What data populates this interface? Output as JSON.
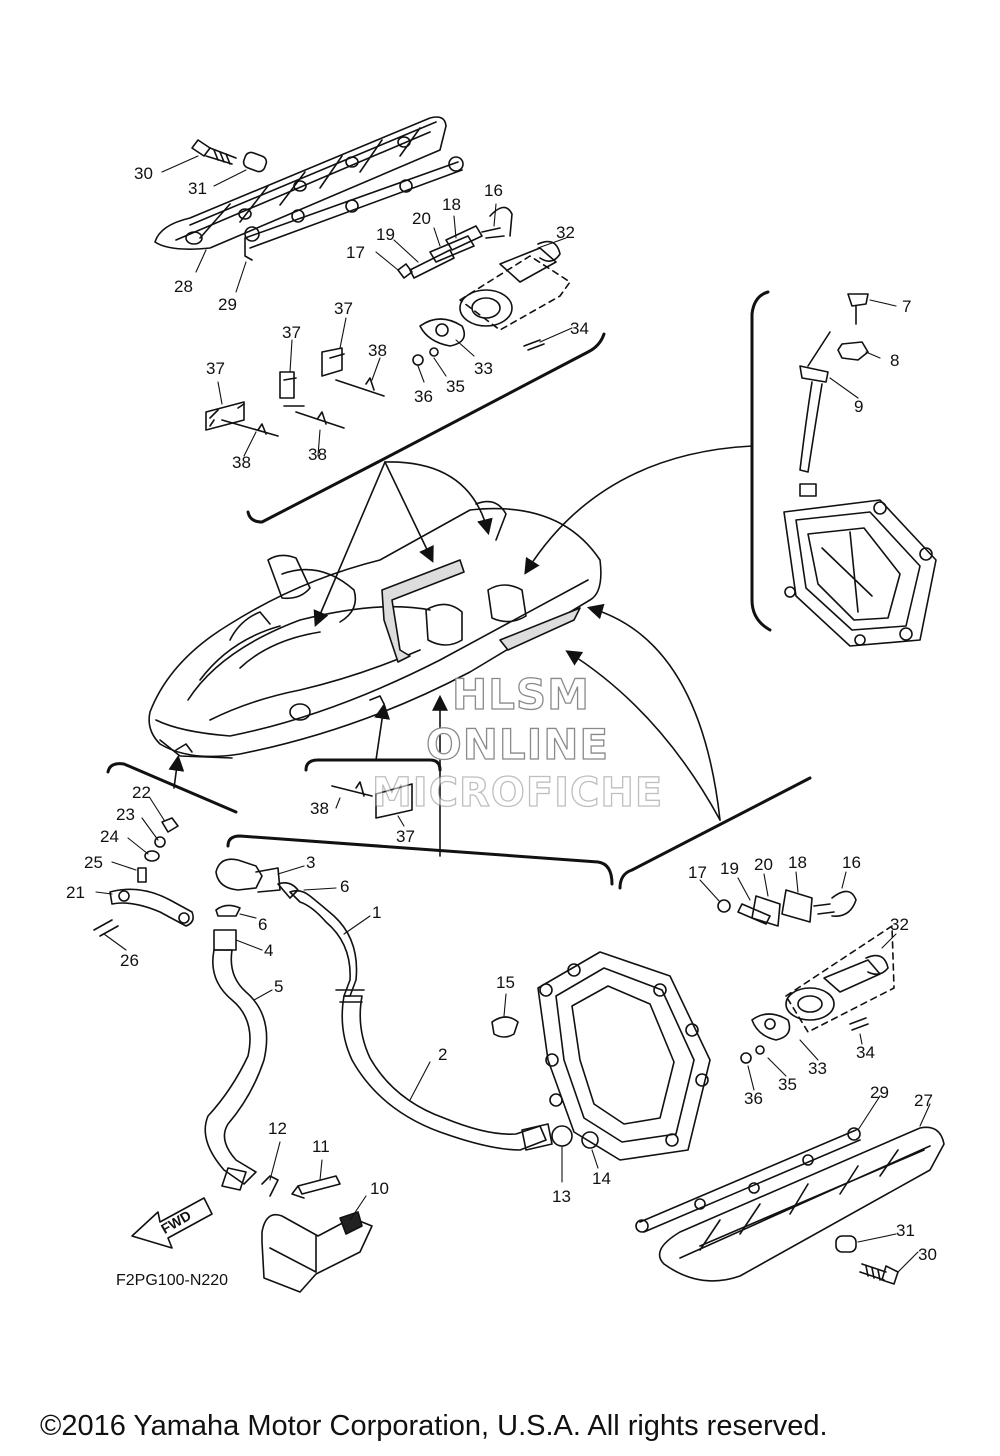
{
  "watermark": {
    "line1": "HLSM",
    "line2": "ONLINE",
    "line3": "MICROFICHE"
  },
  "diagram_code": "F2PG100-N220",
  "fwd_arrow_label": "FWD",
  "copyright": "©2016 Yamaha Motor Corporation, U.S.A. All rights reserved.",
  "callouts": {
    "top_rail": {
      "c30": "30",
      "c31": "31",
      "c28": "28",
      "c29": "29"
    },
    "top_clip": {
      "c16": "16",
      "c17": "17",
      "c18": "18",
      "c19": "19",
      "c20": "20",
      "c32": "32",
      "c33": "33",
      "c34": "34",
      "c35": "35",
      "c36": "36"
    },
    "top_fasteners": {
      "c37a": "37",
      "c37b": "37",
      "c37c": "37",
      "c38a": "38",
      "c38b": "38",
      "c38c": "38"
    },
    "right_panel": {
      "c7": "7",
      "c8": "8",
      "c9": "9"
    },
    "mid": {
      "c38": "38",
      "c37": "37"
    },
    "left": {
      "c21": "21",
      "c22": "22",
      "c23": "23",
      "c24": "24",
      "c25": "25",
      "c26": "26"
    },
    "hoses": {
      "c1": "1",
      "c2": "2",
      "c3": "3",
      "c4": "4",
      "c5": "5",
      "c6a": "6",
      "c6b": "6",
      "c10": "10",
      "c11": "11",
      "c12": "12",
      "c13": "13",
      "c14": "14",
      "c15": "15"
    },
    "right_clip": {
      "c16": "16",
      "c17": "17",
      "c18": "18",
      "c19": "19",
      "c20": "20",
      "c32": "32",
      "c33": "33",
      "c34": "34",
      "c35": "35",
      "c36": "36"
    },
    "bottom_rail": {
      "c27": "27",
      "c29": "29",
      "c30": "30",
      "c31": "31"
    }
  }
}
